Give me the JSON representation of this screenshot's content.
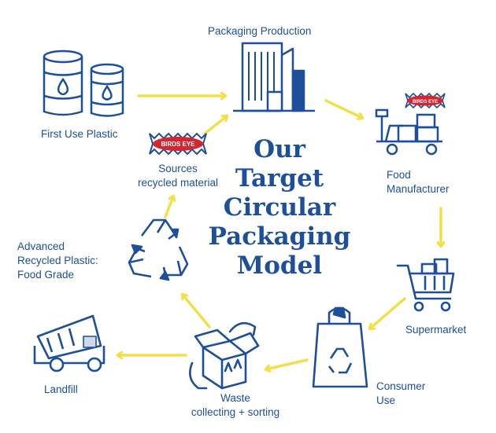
{
  "title": {
    "lines": [
      "Our",
      "Target",
      "Circular",
      "Packaging",
      "Model"
    ]
  },
  "brand": {
    "logo_text": "BIRDS EYE",
    "logo_color": "#d22630"
  },
  "colors": {
    "primary": "#1d4f9a",
    "arrow": "#f2e04a",
    "accent": "#d22630"
  },
  "nodes": {
    "packaging_production": {
      "label": "Packaging Production",
      "icon": "office-building-icon"
    },
    "first_use_plastic": {
      "label": "First Use Plastic",
      "icon": "oil-barrels-icon"
    },
    "sources_recycled": {
      "lines": [
        "Sources",
        "recycled material"
      ],
      "icon": "birds-eye-logo"
    },
    "food_manufacturer": {
      "lines": [
        "Food",
        "Manufacturer"
      ],
      "icon": "warehouse-trolley-icon"
    },
    "advanced_recycled": {
      "lines": [
        "Advanced",
        "Recycled Plastic:",
        "Food Grade"
      ],
      "icon": "recycle-icon"
    },
    "supermarket": {
      "label": "Supermarket",
      "icon": "shopping-cart-icon"
    },
    "consumer_use": {
      "lines": [
        "Consumer",
        "Use"
      ],
      "icon": "shopping-bag-icon"
    },
    "waste": {
      "lines": [
        "Waste",
        "collecting + sorting"
      ],
      "icon": "box-recycle-icon"
    },
    "landfill": {
      "label": "Landfill",
      "icon": "dump-truck-icon"
    }
  }
}
